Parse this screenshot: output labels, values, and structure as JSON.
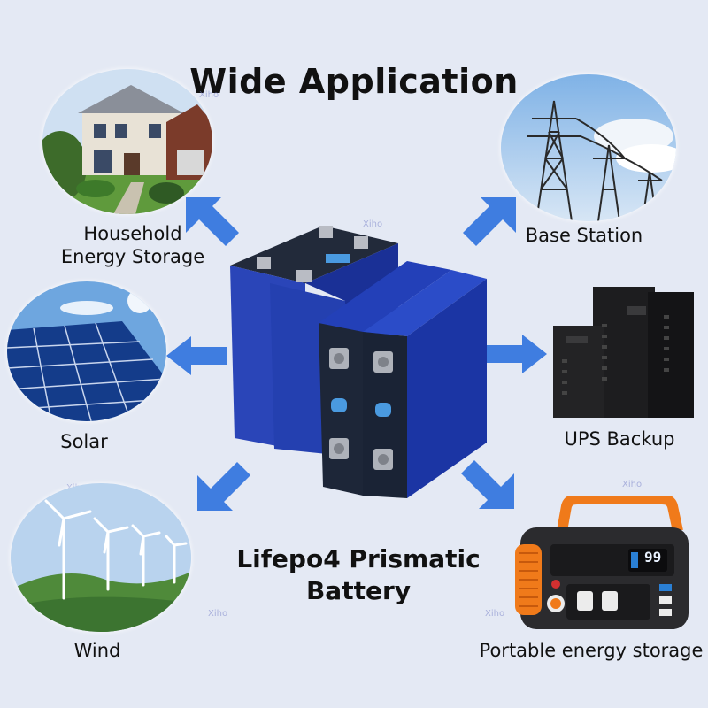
{
  "title": "Wide Application",
  "product": {
    "line1": "Lifepo4 Prismatic",
    "line2": "Battery"
  },
  "applications": {
    "household": {
      "line1": "Household",
      "line2": "Energy Storage",
      "icon": "house-icon"
    },
    "base_station": {
      "label": "Base Station",
      "icon": "power-tower-icon"
    },
    "solar": {
      "label": "Solar",
      "icon": "solar-panel-icon"
    },
    "ups": {
      "label": "UPS Backup",
      "icon": "server-rack-icon"
    },
    "wind": {
      "label": "Wind",
      "icon": "wind-turbine-icon"
    },
    "portable": {
      "label": "Portable energy storage",
      "icon": "power-station-icon"
    }
  },
  "power_station_display": "99",
  "watermark": "Xiho",
  "colors": {
    "background": "#e4e9f4",
    "arrow": "#3f7de0",
    "cell_blue": "#1f3aa8",
    "accent_orange": "#f07a1a"
  }
}
